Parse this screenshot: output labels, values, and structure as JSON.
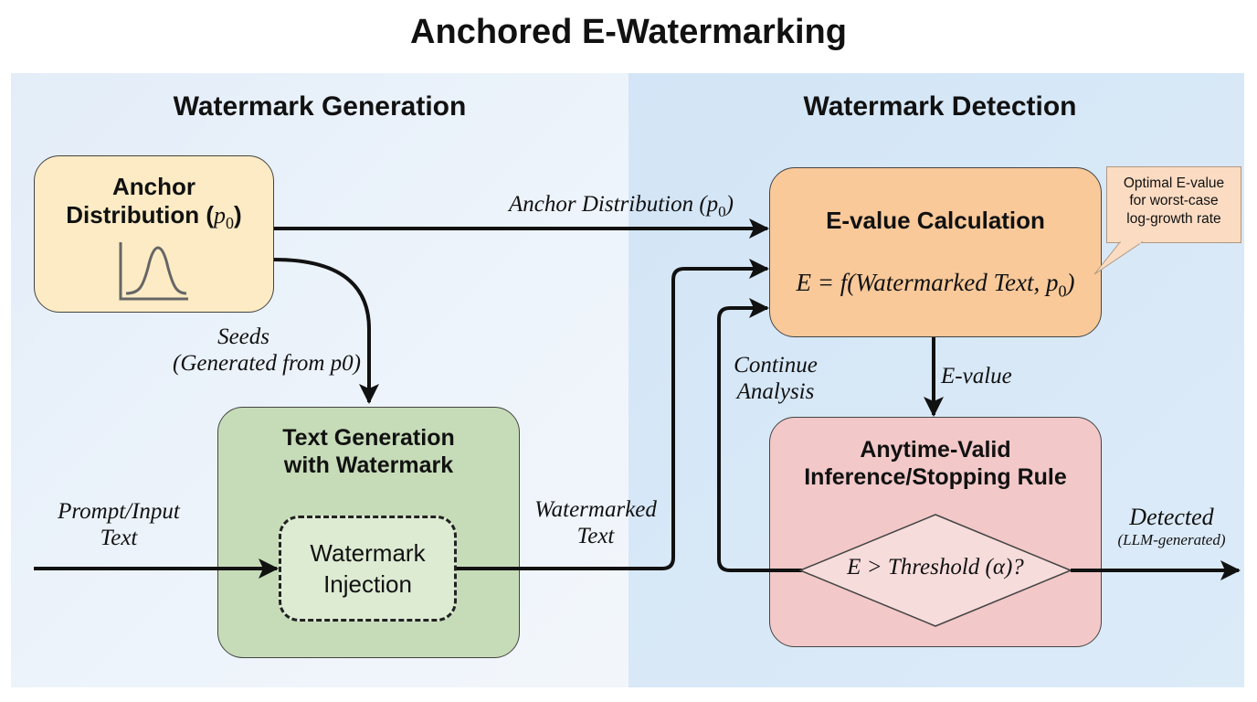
{
  "title": "Anchored E-Watermarking",
  "sections": {
    "generation": {
      "title": "Watermark Generation"
    },
    "detection": {
      "title": "Watermark Detection"
    }
  },
  "nodes": {
    "anchor": {
      "title_line1": "Anchor",
      "title_line2": "Distribution (",
      "title_math": "p",
      "title_sub": "0",
      "title_close": ")",
      "icon": "bell-curve-icon"
    },
    "text_generation": {
      "title_line1": "Text Generation",
      "title_line2": "with Watermark"
    },
    "watermark_injection": {
      "line1": "Watermark",
      "line2": "Injection"
    },
    "evalue_calc": {
      "title": "E-value Calculation",
      "formula": "E = f(Watermarked Text, p",
      "formula_sub": "0",
      "formula_close": ")"
    },
    "stopping_rule": {
      "title_line1": "Anytime-Valid",
      "title_line2": "Inference/Stopping Rule"
    },
    "decision": {
      "text": "E > Threshold (α)?"
    }
  },
  "callout": {
    "line1": "Optimal E-value",
    "line2": "for worst-case",
    "line3": "log-growth rate"
  },
  "edge_labels": {
    "anchor_dist": {
      "text": "Anchor Distribution (p",
      "sub": "0",
      "close": ")"
    },
    "seeds_line1": "Seeds",
    "seeds_line2": "(Generated from p0)",
    "prompt_line1": "Prompt/Input",
    "prompt_line2": "Text",
    "watermarked_line1": "Watermarked",
    "watermarked_line2": "Text",
    "continue_line1": "Continue",
    "continue_line2": "Analysis",
    "evalue": "E-value",
    "detected": "Detected",
    "detected_sub": "(LLM-generated)"
  },
  "colors": {
    "anchor_fill": "#fcebc4",
    "generation_fill": "#c6dcb8",
    "injection_fill": "#ddebd3",
    "evalue_fill": "#f9c99a",
    "stopping_fill": "#f2c8c8",
    "decision_fill": "#f7dcdc"
  }
}
